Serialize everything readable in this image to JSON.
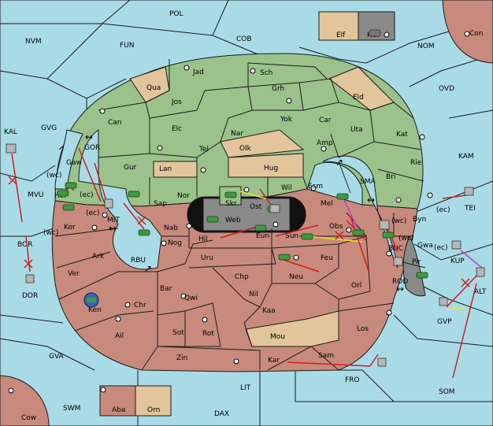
{
  "colors": {
    "sea": "#a9dbe7",
    "green": "#9bc28a",
    "red": "#c88a7c",
    "tan": "#e2c59a",
    "grey": "#8a8a8a",
    "order_red": "#cc1f1f",
    "order_yellow": "#f2e11e",
    "order_magenta": "#c040c0"
  },
  "icons": {
    "army": "army-icon",
    "fleet": "fleet-icon",
    "center": "supply-center-icon"
  },
  "sea_labels": {
    "pol": "POL",
    "nvm": "NVM",
    "fun": "FUN",
    "cob": "COB",
    "nom": "NOM",
    "ovd": "OVD",
    "kal": "KAL",
    "gvg": "GVG",
    "gor": "GOR",
    "mvu": "MVU",
    "mit": "MIT",
    "bor": "BOR",
    "dor": "DOR",
    "rbu": "RBU",
    "kam": "KAM",
    "sma": "SMA",
    "tei": "TEI",
    "buc": "BUC",
    "kup": "KUP",
    "rod": "ROD",
    "alt": "ALT",
    "gvp": "GVP",
    "gva": "GVA",
    "fro": "FRO",
    "som": "SOM",
    "lit": "LIT",
    "swm": "SWM",
    "dax": "DAX"
  },
  "land_labels": {
    "elf": "Elf",
    "hel": "Hel",
    "con": "Con",
    "jad": "Jad",
    "sch": "Sch",
    "qua": "Qua",
    "jos": "Jos",
    "grh": "Grh",
    "eld": "Eld",
    "can": "Can",
    "yok": "Yok",
    "car": "Car",
    "uta": "Uta",
    "elc": "Elc",
    "nar": "Nar",
    "amp": "Amp",
    "kat": "Kat",
    "tel": "Tel",
    "olk": "Olk",
    "gaw": "Gaw",
    "gur": "Gur",
    "lan": "Lan",
    "hug": "Hug",
    "rie": "Rie",
    "bri": "Bri",
    "nor": "Nor",
    "skr": "Skr",
    "wil": "Wil",
    "esm": "Esm",
    "hel2": "Hel",
    "sap": "Sap",
    "ost": "Ost",
    "mel": "Mel",
    "web": "Web",
    "byn": "Byn",
    "kor": "Kor",
    "nab": "Nab",
    "eun": "Eun",
    "obs": "Obs",
    "hil": "Hil",
    "sun": "Sun",
    "nog": "Nog",
    "gwa": "Gwa",
    "ark": "Ark",
    "uru": "Uru",
    "feu": "Feu",
    "pir": "Pir",
    "chp": "Chp",
    "ver": "Ver",
    "neu": "Neu",
    "orl": "Orl",
    "bar": "Bar",
    "qwi": "Qwi",
    "nil": "Nil",
    "chr": "Chr",
    "ken": "Ken",
    "kaa": "Kaa",
    "ail": "Ail",
    "sot": "Sot",
    "rot": "Rot",
    "los": "Los",
    "mou": "Mou",
    "zin": "Zin",
    "kar": "Kar",
    "sam": "Sam",
    "cow": "Cow",
    "aba": "Aba",
    "orn": "Orn"
  },
  "coast_labels": {
    "wc1": "(wc)",
    "ec1": "(ec)",
    "ec2": "(ec)",
    "wc2": "(wc)",
    "wc3": "(wc)",
    "wc4": "(wc)",
    "ec3": "(ec)",
    "ec4": "(ec)"
  }
}
